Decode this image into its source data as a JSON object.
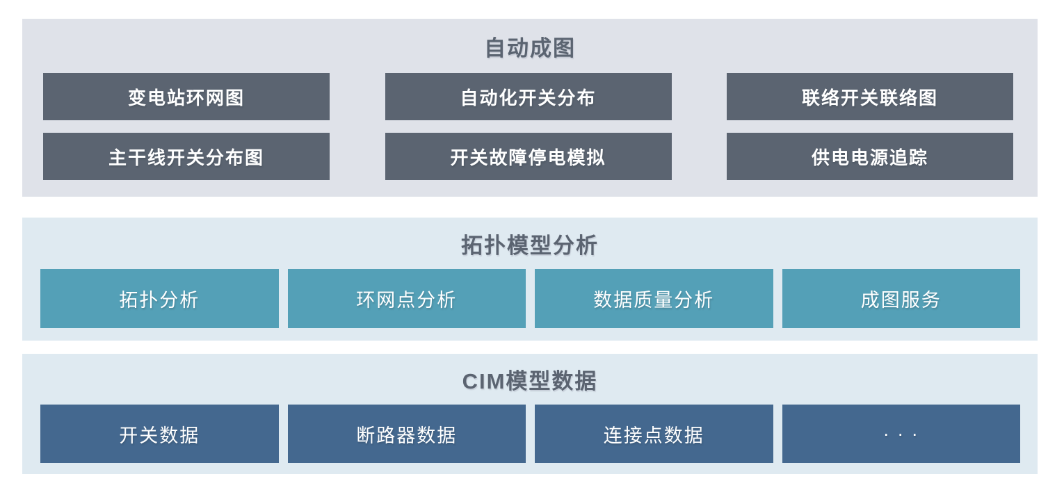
{
  "sections": [
    {
      "title": "自动成图",
      "buttons": [
        "变电站环网图",
        "自动化开关分布",
        "联络开关联络图",
        "主干线开关分布图",
        "开关故障停电模拟",
        "供电电源追踪"
      ]
    },
    {
      "title": "拓扑模型分析",
      "buttons": [
        "拓扑分析",
        "环网点分析",
        "数据质量分析",
        "成图服务"
      ]
    },
    {
      "title": "CIM模型数据",
      "buttons": [
        "开关数据",
        "断路器数据",
        "连接点数据",
        "· · ·"
      ]
    }
  ],
  "colors": {
    "page_background": "#ffffff",
    "auto_panel_background": "#dfe2e9",
    "analysis_panel_background": "#dfeaf1",
    "auto_block_background": "#5b6471",
    "topology_block_background": "#54a0b7",
    "cim_block_background": "#44688f",
    "title_text": "#5b6471",
    "block_text": "#ffffff"
  }
}
